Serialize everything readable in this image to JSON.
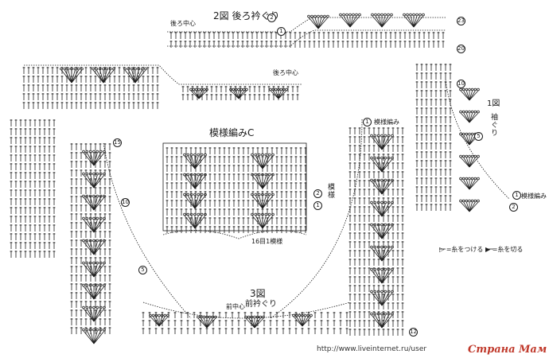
{
  "labels": {
    "fig2_title": "2図 後ろ衿ぐり",
    "fig2_center_top": "後ろ中心",
    "fig2_center_mid": "後ろ中心",
    "pattern_title": "模様編みC",
    "pattern_repeat": "16目1模様",
    "pattern_side": "模様",
    "fig1_label": "1図",
    "fig1_sub": "袖ぐり",
    "fig1_pattern": "模様編み",
    "right_pattern": "模様編み",
    "fig3_title": "3図",
    "fig3_sub": "前衿ぐり",
    "front_center": "前中心",
    "legend_attach": "▷ =糸をつける",
    "legend_cut": "▶ =糸を切る"
  },
  "row_numbers": {
    "fig2_top_2": "2",
    "fig2_top_1": "1",
    "fig1_23": "23",
    "fig1_20": "20",
    "fig1_10": "10",
    "fig1_5": "5",
    "fig1_1": "1",
    "fig1_2": "2",
    "pat_2": "2",
    "pat_1": "1",
    "left_15": "15",
    "left_10": "10",
    "left_5": "5",
    "right_1": "1",
    "right_12": "12"
  },
  "watermark": {
    "url": "http://www.liveinternet.ru/user",
    "logo": "Страна Мам"
  },
  "colors": {
    "ink": "#1b1b1b",
    "paper": "#ffffff",
    "logo": "#c0392b"
  }
}
